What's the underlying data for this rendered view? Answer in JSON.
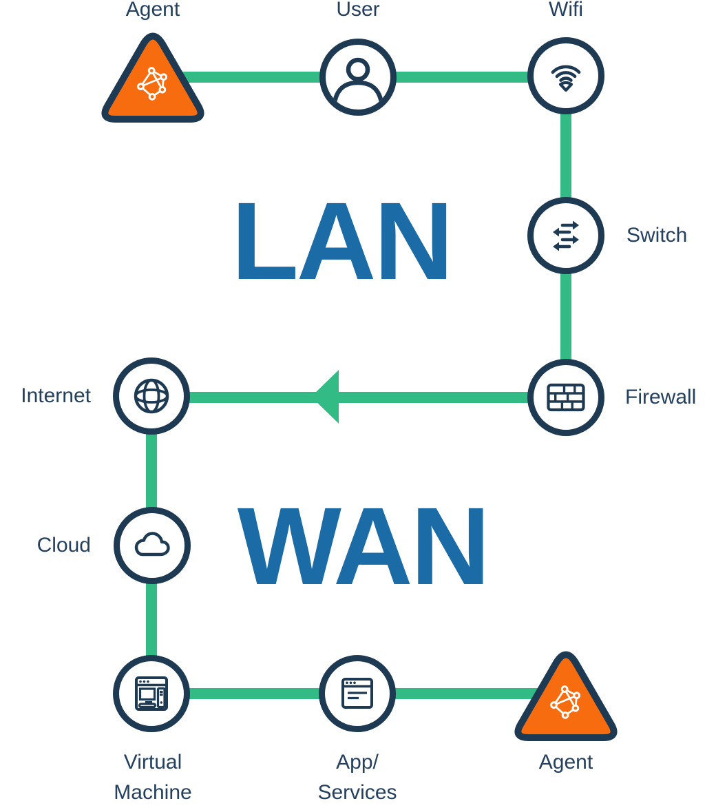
{
  "diagram_title": "LAN / WAN network path diagram",
  "colors": {
    "navy": "#1E3A52",
    "label_navy": "#24405E",
    "zone_blue": "#1A6BA6",
    "connector_green": "#33BB86",
    "agent_orange": "#F76C0F",
    "node_fill": "#FFFFFF"
  },
  "zones": [
    {
      "id": "lan",
      "label": "LAN"
    },
    {
      "id": "wan",
      "label": "WAN"
    }
  ],
  "nodes": [
    {
      "id": "agent-top",
      "label": "Agent",
      "shape": "triangle",
      "icon": "mesh-network-icon"
    },
    {
      "id": "user",
      "label": "User",
      "shape": "circle",
      "icon": "user-icon"
    },
    {
      "id": "wifi",
      "label": "Wifi",
      "shape": "circle",
      "icon": "wifi-icon"
    },
    {
      "id": "switch",
      "label": "Switch",
      "shape": "circle",
      "icon": "switch-arrows-icon"
    },
    {
      "id": "firewall",
      "label": "Firewall",
      "shape": "circle",
      "icon": "brick-wall-icon"
    },
    {
      "id": "internet",
      "label": "Internet",
      "shape": "circle",
      "icon": "globe-icon"
    },
    {
      "id": "cloud",
      "label": "Cloud",
      "shape": "circle",
      "icon": "cloud-icon"
    },
    {
      "id": "vm",
      "label": "Virtual\nMachine",
      "shape": "circle",
      "icon": "vm-window-icon"
    },
    {
      "id": "app",
      "label": "App/\nServices",
      "shape": "circle",
      "icon": "app-window-icon"
    },
    {
      "id": "agent-bottom",
      "label": "Agent",
      "shape": "triangle",
      "icon": "mesh-network-icon"
    }
  ],
  "connections": [
    {
      "from": "agent-top",
      "to": "user",
      "arrow": false
    },
    {
      "from": "user",
      "to": "wifi",
      "arrow": false
    },
    {
      "from": "wifi",
      "to": "switch",
      "arrow": false
    },
    {
      "from": "switch",
      "to": "firewall",
      "arrow": false
    },
    {
      "from": "firewall",
      "to": "internet",
      "arrow": true,
      "arrow_direction": "left"
    },
    {
      "from": "internet",
      "to": "cloud",
      "arrow": false
    },
    {
      "from": "cloud",
      "to": "vm",
      "arrow": false
    },
    {
      "from": "vm",
      "to": "app",
      "arrow": false
    },
    {
      "from": "app",
      "to": "agent-bottom",
      "arrow": false
    }
  ]
}
